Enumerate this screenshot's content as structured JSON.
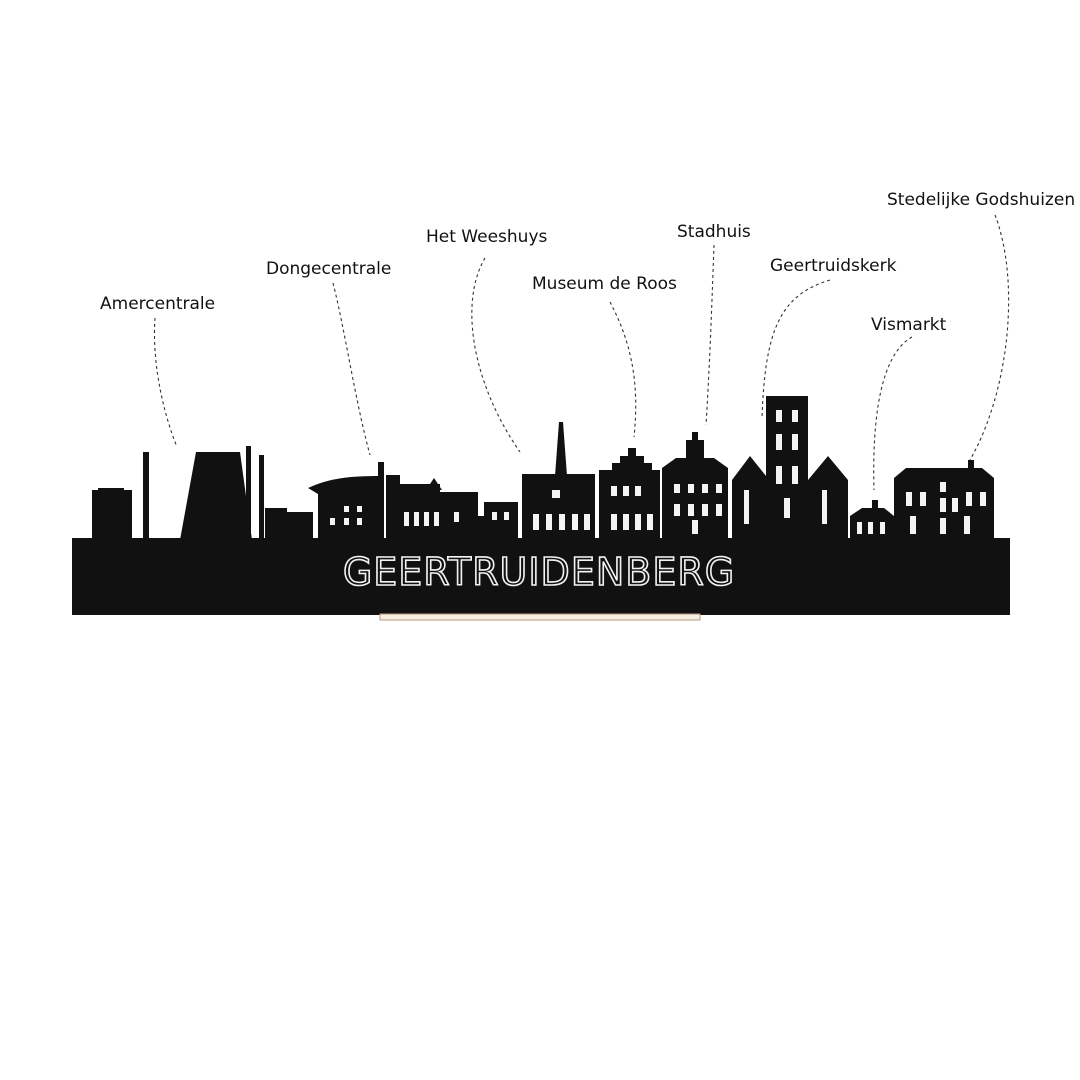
{
  "product": {
    "city_name": "GEERTRUIDENBERG",
    "colors": {
      "background": "#ffffff",
      "silhouette": "#111111",
      "cutout": "#f4f4f4",
      "stand": "#f6efe4"
    }
  },
  "landmarks": [
    "Amercentrale",
    "Dongecentrale",
    "Het Weeshuys",
    "Museum de Roos",
    "Stadhuis",
    "Geertruidskerk",
    "Vismarkt",
    "Stedelijke Godshuizen"
  ]
}
